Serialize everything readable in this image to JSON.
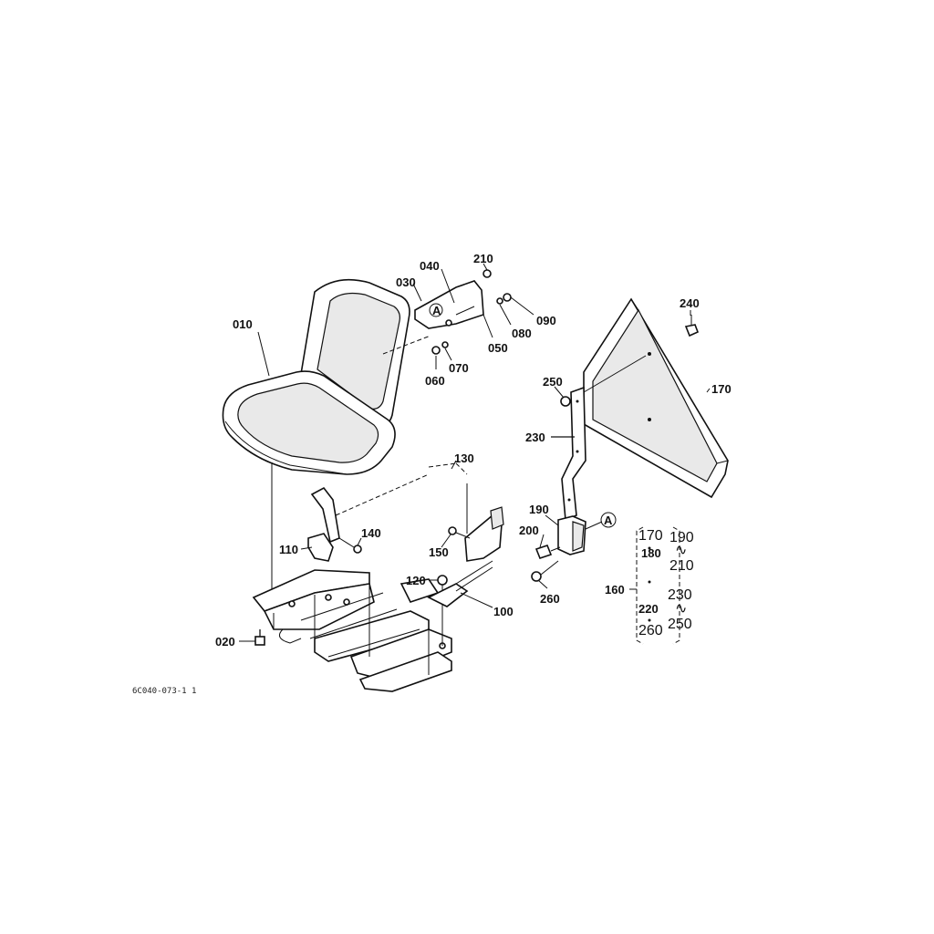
{
  "diagram": {
    "drawing_code": "6C040-073-1 1",
    "reference_mark": "A",
    "labels": {
      "p010": "010",
      "p020": "020",
      "p030": "030",
      "p040": "040",
      "p050": "050",
      "p060": "060",
      "p070": "070",
      "p080": "080",
      "p090": "090",
      "p100": "100",
      "p110": "110",
      "p120": "120",
      "p130": "130",
      "p140": "140",
      "p150": "150",
      "p160": "160",
      "p170": "170",
      "p190": "190",
      "p200": "200",
      "p210": "210",
      "p230": "230",
      "p240": "240",
      "p250": "250",
      "p260": "260"
    },
    "kit_160": {
      "left_items": [
        "170",
        "180",
        "220",
        "260"
      ],
      "right_items": [
        "190",
        "210",
        "230",
        "250"
      ],
      "range_mark": "∿"
    }
  }
}
